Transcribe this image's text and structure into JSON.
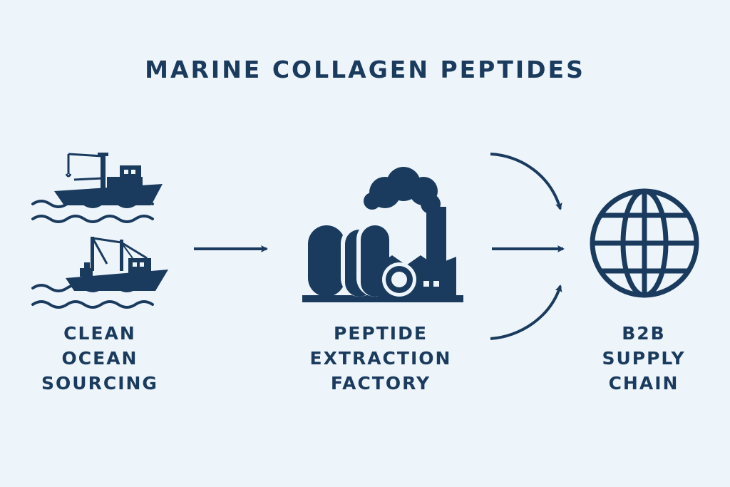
{
  "title": "MARINE COLLAGEN PEPTIDES",
  "stages": [
    {
      "lines": [
        "CLEAN",
        "OCEAN",
        "SOURCING"
      ],
      "icon": "fishing-boat-icon"
    },
    {
      "lines": [
        "PEPTIDE",
        "EXTRACTION",
        "FACTORY"
      ],
      "icon": "factory-icon"
    },
    {
      "lines": [
        "B2B",
        "SUPPLY",
        "CHAIN"
      ],
      "icon": "globe-icon"
    }
  ],
  "colors": {
    "background": "#edf5fb",
    "primary": "#1b3b5e"
  }
}
